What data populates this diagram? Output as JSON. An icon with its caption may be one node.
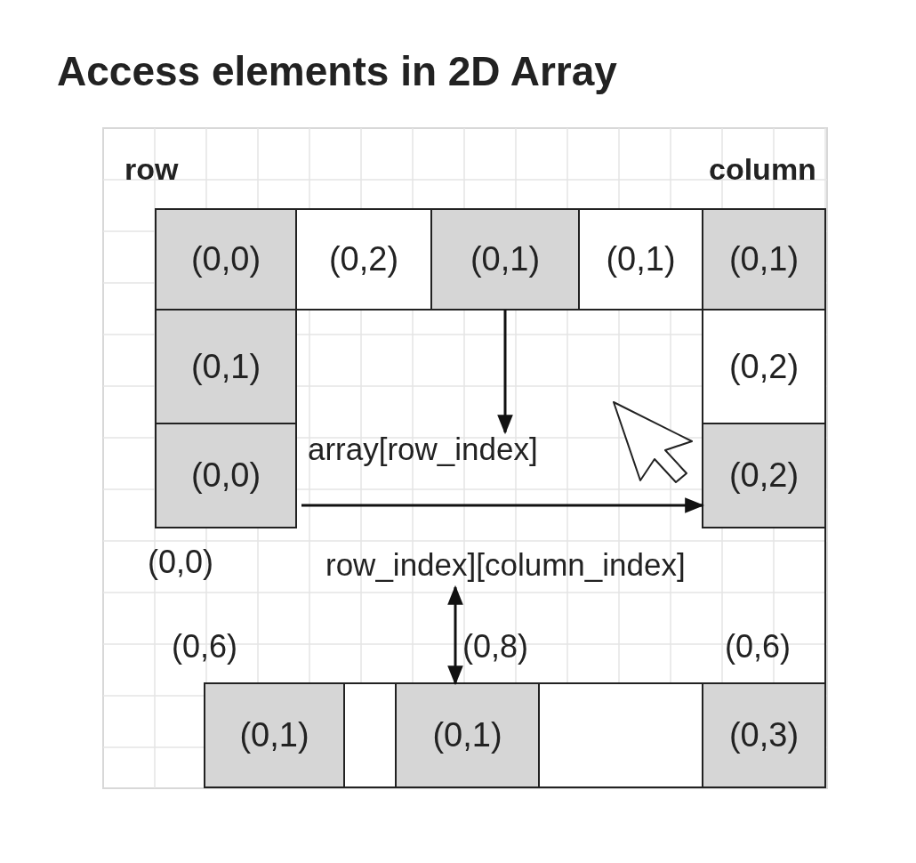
{
  "diagram": {
    "title": "Access elements in 2D Array",
    "nodes": [
      {
        "text": [
          "(0,0)"
        ]
      },
      {
        "text": [
          "(0,2)"
        ]
      },
      {
        "text": [
          "(0,1)"
        ]
      },
      {
        "text": [
          "(0,1)"
        ]
      },
      {
        "text": [
          "(0,1)"
        ]
      },
      {
        "text": [
          "(0,1)"
        ]
      },
      {
        "text": [
          "(0,0)"
        ]
      },
      {
        "text": [
          "(0,2)"
        ]
      },
      {
        "text": [
          "(0,2)"
        ]
      },
      {
        "text": [
          "(0,1)"
        ]
      },
      {
        "text": [],
        "shape": "box"
      },
      {
        "text": [
          "(0,1)"
        ]
      },
      {
        "text": [],
        "shape": "box"
      },
      {
        "text": [
          "(0,3)"
        ]
      },
      {
        "text": [
          "array[row_index]"
        ]
      },
      {
        "text": [
          "row_index][column_index]"
        ]
      }
    ],
    "edges": [
      {
        "from": 2,
        "to": 14,
        "arrow": "to"
      },
      {
        "from": 6,
        "to": 8,
        "arrow": "to"
      },
      {
        "from": 15,
        "to": 11,
        "arrow": "both"
      }
    ],
    "labels": [
      "row",
      "column",
      "(0,0)",
      "(0,6)",
      "(0,8)",
      "(0,6)"
    ]
  }
}
